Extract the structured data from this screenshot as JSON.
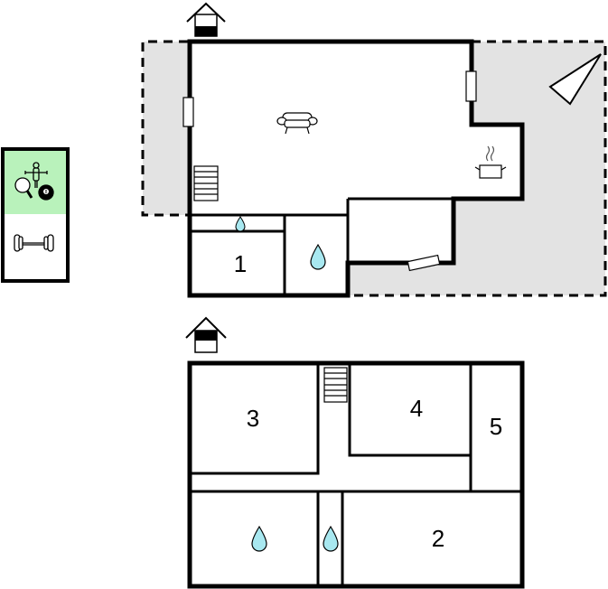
{
  "diagram": {
    "type": "floor-plan",
    "colors": {
      "wall": "#000000",
      "terrace": "#e3e3e3",
      "room": "#ffffff",
      "leisure_bg": "#b9f2bb",
      "water": "#a8e8f0"
    },
    "legend": {
      "items": [
        {
          "icon": "games-icon",
          "meaning": "table tennis, table football, billiards"
        },
        {
          "icon": "dumbbell-icon",
          "meaning": "fitness"
        }
      ]
    },
    "upper_floor": {
      "entrance_icon": "house-entrance-icon",
      "rooms": [
        {
          "id": "living",
          "icon": "sofa-icon"
        },
        {
          "id": "kitchen",
          "icon": "cooking-pot-icon"
        },
        {
          "id": "bedroom-1",
          "label": "1"
        },
        {
          "id": "bathroom-upper",
          "icon": "water-drop-icon"
        },
        {
          "id": "shower-strip",
          "icon": "water-drop-icon"
        },
        {
          "id": "storage"
        }
      ],
      "terrace_icon": "sun-parasol-icon",
      "stairs": true
    },
    "lower_floor": {
      "entrance_icon": "house-entrance-icon",
      "rooms": [
        {
          "id": "bedroom-3",
          "label": "3"
        },
        {
          "id": "bedroom-4",
          "label": "4"
        },
        {
          "id": "bedroom-5",
          "label": "5"
        },
        {
          "id": "bedroom-2",
          "label": "2"
        },
        {
          "id": "bathroom-lower-a",
          "icon": "water-drop-icon"
        },
        {
          "id": "bathroom-lower-b",
          "icon": "water-drop-icon"
        }
      ],
      "stairs": true
    }
  }
}
